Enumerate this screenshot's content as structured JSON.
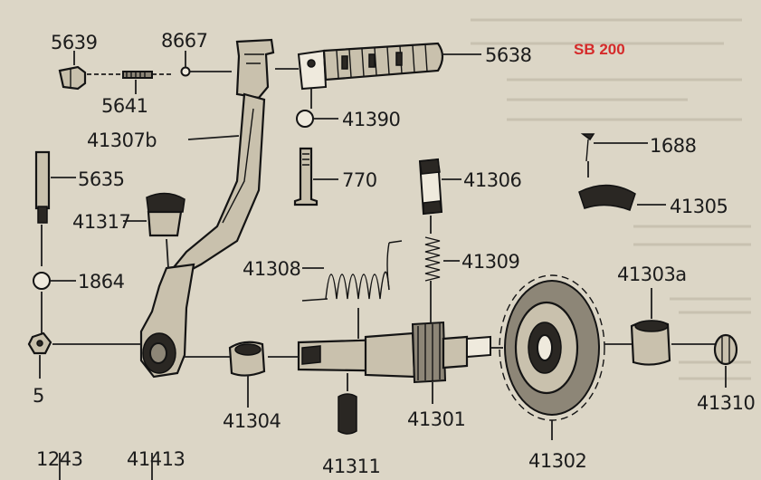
{
  "model": "SB 200",
  "labels": {
    "p5639": "5639",
    "p8667": "8667",
    "p5641": "5641",
    "p5638": "5638",
    "p41390": "41390",
    "p41307b": "41307b",
    "p1688": "1688",
    "p5635": "5635",
    "p770": "770",
    "p41306": "41306",
    "p41305": "41305",
    "p41317": "41317",
    "p41308": "41308",
    "p41309": "41309",
    "p41303a": "41303a",
    "p1864": "1864",
    "p5": "5",
    "p41304": "41304",
    "p41301": "41301",
    "p41310": "41310",
    "p41311": "41311",
    "p41302": "41302",
    "p1243": "1243",
    "p41413": "41413"
  }
}
